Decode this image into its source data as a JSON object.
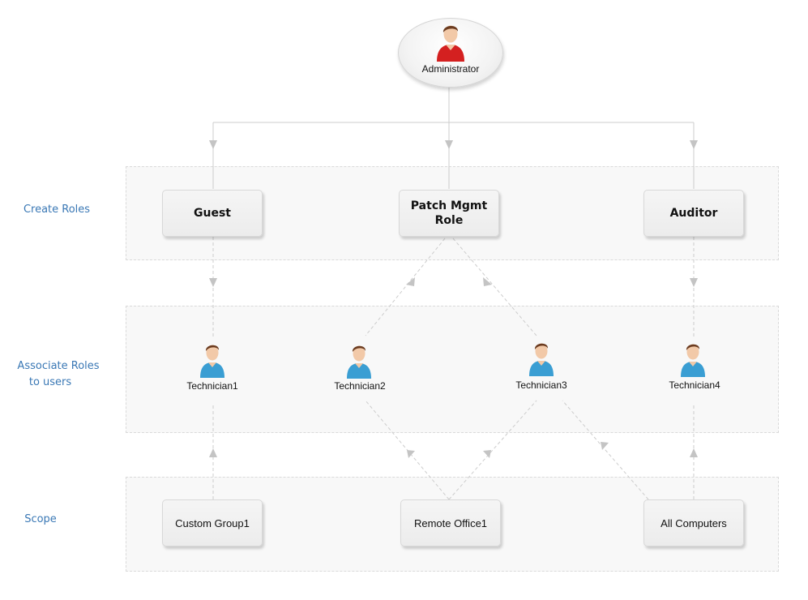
{
  "colors": {
    "row_label": "#3a78b5",
    "connector": "#cccccc",
    "admin_shirt": "#d42020",
    "technician_shirt": "#3a9ed3"
  },
  "admin": {
    "label": "Administrator",
    "icon": "user-red-icon"
  },
  "rows": {
    "create_roles": {
      "label": "Create Roles"
    },
    "associate": {
      "label_line1": "Associate Roles",
      "label_line2": "to users"
    },
    "scope": {
      "label": "Scope"
    }
  },
  "roles": [
    {
      "label": "Guest"
    },
    {
      "label_line1": "Patch Mgmt",
      "label_line2": "Role"
    },
    {
      "label": "Auditor"
    }
  ],
  "technicians": [
    {
      "label": "Technician1",
      "icon": "user-blue-icon"
    },
    {
      "label": "Technician2",
      "icon": "user-blue-icon"
    },
    {
      "label": "Technician3",
      "icon": "user-blue-icon"
    },
    {
      "label": "Technician4",
      "icon": "user-blue-icon"
    }
  ],
  "scopes": [
    {
      "label": "Custom Group1"
    },
    {
      "label": "Remote Office1"
    },
    {
      "label": "All Computers"
    }
  ]
}
